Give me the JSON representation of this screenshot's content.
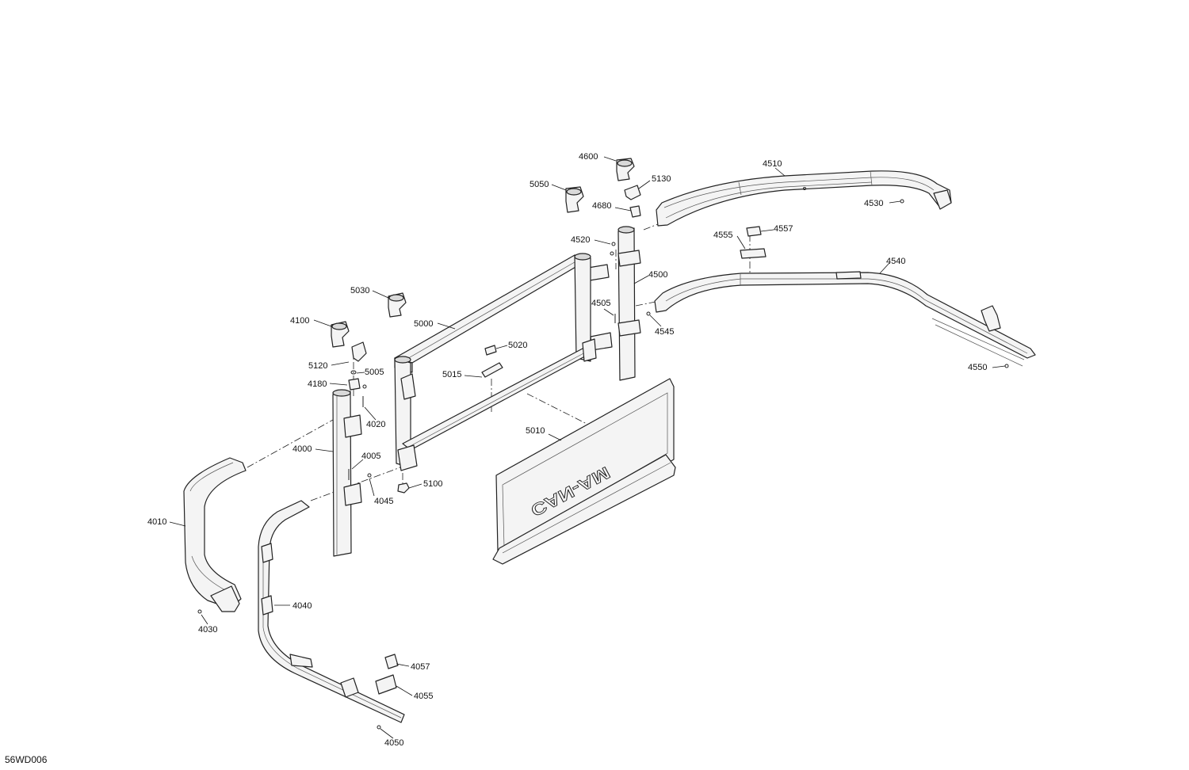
{
  "diagram_code": "56WD006",
  "callouts": {
    "c4600": "4600",
    "c5130": "5130",
    "c5050": "5050",
    "c4680": "4680",
    "c4510": "4510",
    "c4530": "4530",
    "c4520": "4520",
    "c4555": "4555",
    "c4557": "4557",
    "c4500": "4500",
    "c4540": "4540",
    "c5030": "5030",
    "c4505": "4505",
    "c4545": "4545",
    "c4100": "4100",
    "c5000": "5000",
    "c5020": "5020",
    "c5120": "5120",
    "c5005": "5005",
    "c5015": "5015",
    "c4180": "4180",
    "c4550": "4550",
    "c4020": "4020",
    "c5010": "5010",
    "c4000": "4000",
    "c4005": "4005",
    "c5100": "5100",
    "c4045": "4045",
    "c4010": "4010",
    "c4040": "4040",
    "c4030": "4030",
    "c4057": "4057",
    "c4055": "4055",
    "c4050": "4050"
  },
  "panel_logo_text": "CAN-AM"
}
